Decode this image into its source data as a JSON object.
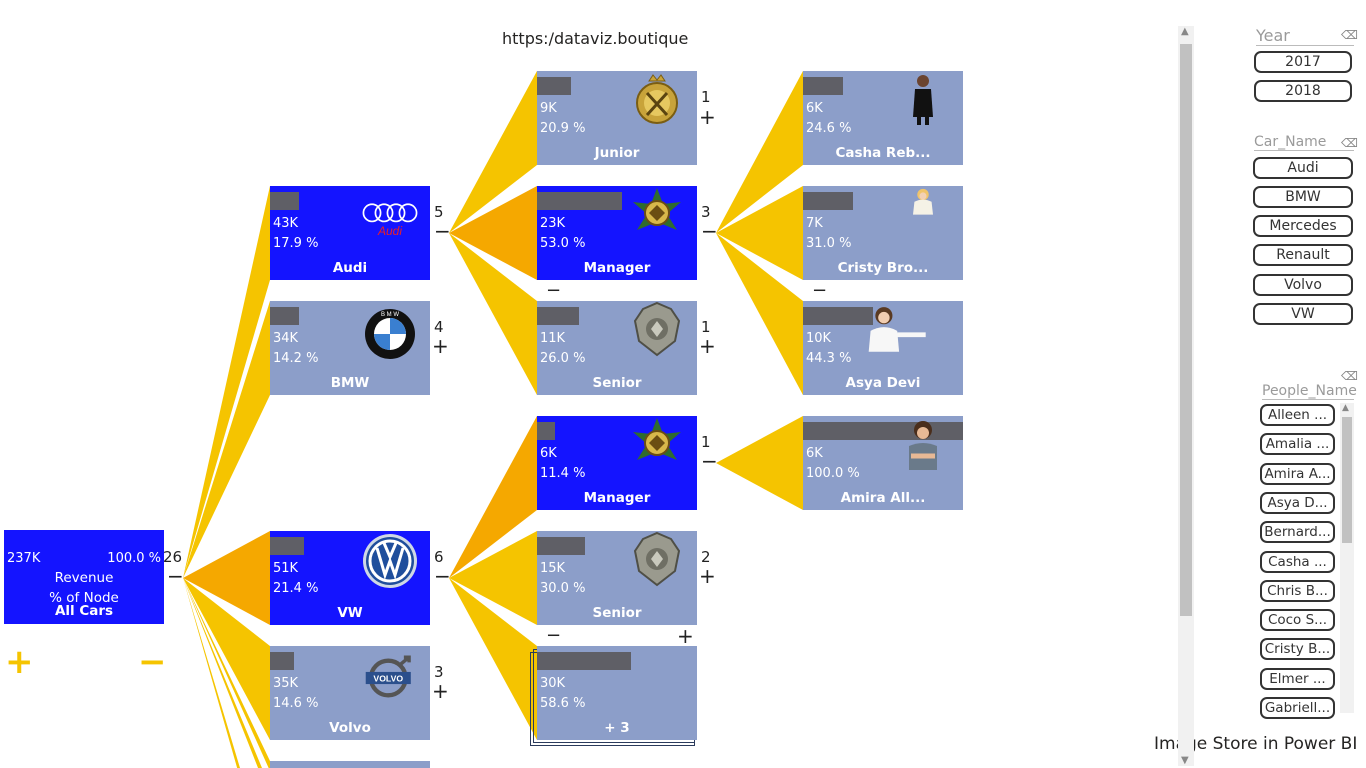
{
  "header": {
    "url": "https:/dataviz.boutique"
  },
  "footer": {
    "caption": "Image Store in Power BI"
  },
  "colors": {
    "selected": "#1414ff",
    "unselected": "#8c9ec9",
    "link": "#f5c400",
    "link_dark": "#f5a800",
    "bar": "#5f5f66"
  },
  "root": {
    "value": "237K",
    "percent": "100.0 %",
    "measure": "Revenue",
    "sub": "% of Node",
    "name": "All Cars",
    "count": "26",
    "toggle": "−",
    "expand": "+",
    "collapse": "−"
  },
  "cars": [
    {
      "name": "Audi",
      "value": "43K",
      "percent": "17.9 %",
      "count": "5",
      "toggle": "−",
      "selected": true,
      "icon": "audi-logo-icon",
      "bar": 0.18
    },
    {
      "name": "BMW",
      "value": "34K",
      "percent": "14.2 %",
      "count": "4",
      "toggle": "+",
      "selected": false,
      "icon": "bmw-logo-icon",
      "bar": 0.18
    },
    {
      "name": "VW",
      "value": "51K",
      "percent": "21.4 %",
      "count": "6",
      "toggle": "−",
      "selected": true,
      "icon": "vw-logo-icon",
      "bar": 0.21
    },
    {
      "name": "Volvo",
      "value": "35K",
      "percent": "14.6 %",
      "count": "3",
      "toggle": "+",
      "selected": false,
      "icon": "volvo-logo-icon",
      "bar": 0.15
    }
  ],
  "levels": [
    {
      "name": "Junior",
      "value": "9K",
      "percent": "20.9 %",
      "count": "1",
      "toggle": "+",
      "selected": false,
      "icon": "junior-badge-icon",
      "bar": 0.21
    },
    {
      "name": "Manager",
      "value": "23K",
      "percent": "53.0 %",
      "count": "3",
      "toggle": "−",
      "selected": true,
      "icon": "manager-eagle-badge-icon",
      "bar": 0.53
    },
    {
      "name": "Senior",
      "value": "11K",
      "percent": "26.0 %",
      "count": "1",
      "toggle": "+",
      "selected": false,
      "icon": "senior-police-badge-icon",
      "bar": 0.26
    },
    {
      "name": "Manager",
      "value": "6K",
      "percent": "11.4 %",
      "count": "1",
      "toggle": "−",
      "selected": true,
      "icon": "manager-eagle-badge-icon",
      "bar": 0.11
    },
    {
      "name": "Senior",
      "value": "15K",
      "percent": "30.0 %",
      "count": "2",
      "toggle": "+",
      "selected": false,
      "icon": "senior-police-badge-icon",
      "bar": 0.3
    },
    {
      "name": "+ 3",
      "value": "30K",
      "percent": "58.6 %",
      "count": "",
      "toggle": "",
      "selected": false,
      "icon": "",
      "bar": 0.59
    }
  ],
  "level_page_toggles": {
    "audi_less": "−",
    "vw_less": "−",
    "vw_more": "+"
  },
  "people": [
    {
      "name": "Casha Reb...",
      "value": "6K",
      "percent": "24.6 %",
      "icon": "businesswoman-photo-icon",
      "bar": 0.25
    },
    {
      "name": "Cristy Bro...",
      "value": "7K",
      "percent": "31.0 %",
      "icon": "woman-photo-icon",
      "bar": 0.31
    },
    {
      "name": "Asya Devi",
      "value": "10K",
      "percent": "44.3 %",
      "icon": "woman-presenting-photo-icon",
      "bar": 0.44
    },
    {
      "name": "Amira All...",
      "value": "6K",
      "percent": "100.0 %",
      "icon": "woman-crossed-arms-photo-icon",
      "bar": 1.0
    }
  ],
  "people_page_toggle": "−",
  "slicers": {
    "year": {
      "title": "Year",
      "items": [
        "2017",
        "2018"
      ]
    },
    "car_name": {
      "title": "Car_Name",
      "items": [
        "Audi",
        "BMW",
        "Mercedes",
        "Renault",
        "Volvo",
        "VW"
      ]
    },
    "people_name": {
      "title": "People_Name",
      "items": [
        "Alleen ...",
        "Amalia ...",
        "Amira A...",
        "Asya D...",
        "Bernard...",
        "Casha ...",
        "Chris B...",
        "Coco S...",
        "Cristy B...",
        "Elmer ...",
        "Gabriell..."
      ]
    }
  }
}
